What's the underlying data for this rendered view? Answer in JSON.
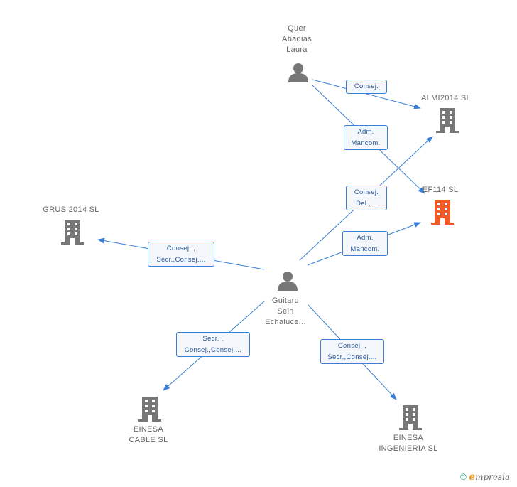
{
  "persons": {
    "quer": {
      "label_lines": [
        "Quer",
        "Abadias",
        "Laura"
      ]
    },
    "guitard": {
      "label_lines": [
        "Guitard",
        "Sein",
        "Echaluce..."
      ]
    }
  },
  "companies": {
    "almi": {
      "label_lines": [
        "ALMI2014  SL"
      ],
      "color": "#777777"
    },
    "ef114": {
      "label_lines": [
        "EF114 SL"
      ],
      "color": "#f05a28"
    },
    "grus": {
      "label_lines": [
        "GRUS 2014  SL"
      ],
      "color": "#777777"
    },
    "einesa_cable": {
      "label_lines": [
        "EINESA",
        "CABLE SL"
      ],
      "color": "#777777"
    },
    "einesa_ing": {
      "label_lines": [
        "EINESA",
        "INGENIERIA SL"
      ],
      "color": "#777777"
    }
  },
  "relations": {
    "quer_almi": {
      "lines": [
        "Consej."
      ]
    },
    "quer_ef114": {
      "lines": [
        "Adm.",
        "Mancom."
      ]
    },
    "guitard_almi": {
      "lines": [
        "Consej.",
        "Del.,..."
      ]
    },
    "guitard_ef114": {
      "lines": [
        "Adm.",
        "Mancom."
      ]
    },
    "guitard_grus": {
      "lines": [
        "Consej. ,",
        "Secr.,Consej...."
      ]
    },
    "guitard_cable": {
      "lines": [
        "Secr. ,",
        "Consej.,Consej...."
      ]
    },
    "guitard_ing": {
      "lines": [
        "Consej. ,",
        "Secr.,Consej...."
      ]
    }
  },
  "footer": {
    "copyright": "©",
    "brand_initial": "e",
    "brand_rest": "mpresia"
  },
  "colors": {
    "edge": "#3a7fd5",
    "person_icon": "#777777"
  }
}
